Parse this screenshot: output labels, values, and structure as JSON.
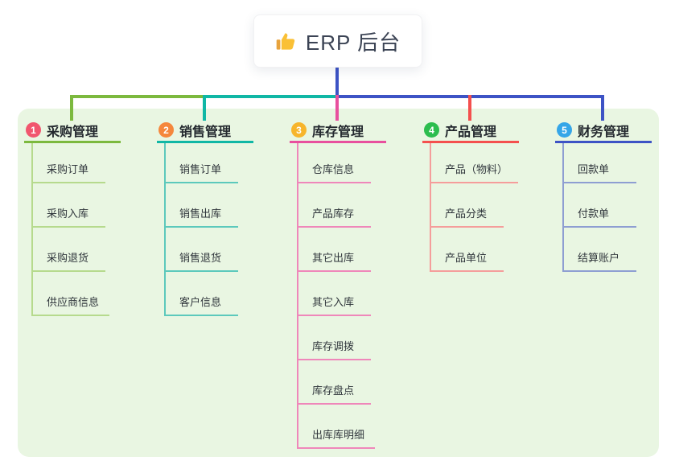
{
  "root": {
    "title": "ERP 后台",
    "icon": "thumbs-up-icon"
  },
  "branches": [
    {
      "badge": "1",
      "label": "采购管理",
      "badge_color": "#f1566e",
      "line_color": "#7cb93e",
      "child_line_color": "#b6da8d",
      "children": [
        "采购订单",
        "采购入库",
        "采购退货",
        "供应商信息"
      ]
    },
    {
      "badge": "2",
      "label": "销售管理",
      "badge_color": "#f5873c",
      "line_color": "#10b7a5",
      "child_line_color": "#5cc9bc",
      "children": [
        "销售订单",
        "销售出库",
        "销售退货",
        "客户信息"
      ]
    },
    {
      "badge": "3",
      "label": "库存管理",
      "badge_color": "#f7b52c",
      "line_color": "#e8509e",
      "child_line_color": "#ef87ba",
      "children": [
        "仓库信息",
        "产品库存",
        "其它出库",
        "其它入库",
        "库存调拨",
        "库存盘点",
        "出库库明细"
      ]
    },
    {
      "badge": "4",
      "label": "产品管理",
      "badge_color": "#2cbd4e",
      "line_color": "#f4504e",
      "child_line_color": "#f59d9b",
      "children": [
        "产品（物料）",
        "产品分类",
        "产品单位"
      ]
    },
    {
      "badge": "5",
      "label": "财务管理",
      "badge_color": "#35a6e8",
      "line_color": "#3d53c5",
      "child_line_color": "#8e9ed2",
      "children": [
        "回款单",
        "付款单",
        "结算账户"
      ]
    }
  ],
  "colors": {
    "canvas_bg": "#ffffff",
    "panel_bg": "#e9f6e2",
    "root_connector": "#3d53c5",
    "root_text": "#3b4354",
    "thumb_hand": "#fac036",
    "thumb_cuff": "#e8a33d"
  }
}
